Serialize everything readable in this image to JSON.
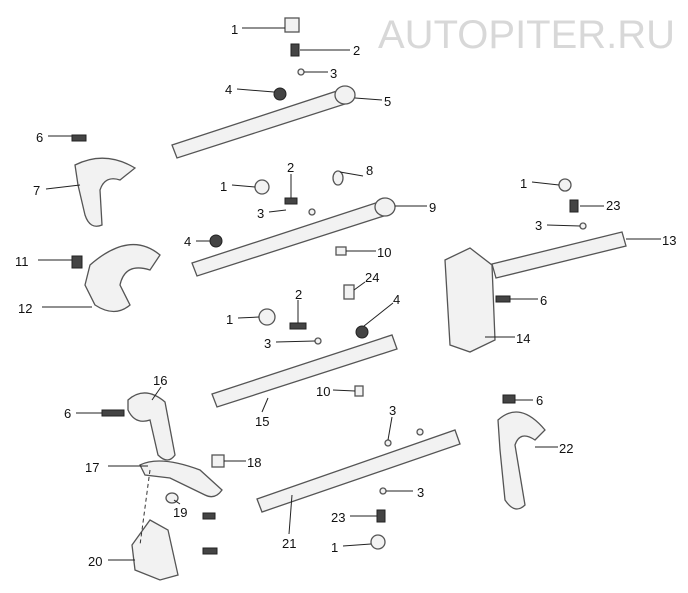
{
  "watermark": "AUTOPITER.RU",
  "callouts": [
    "1",
    "2",
    "3",
    "4",
    "5",
    "6",
    "7",
    "8",
    "2",
    "1",
    "9",
    "3",
    "1",
    "23",
    "3",
    "13",
    "4",
    "10",
    "11",
    "24",
    "2",
    "4",
    "6",
    "12",
    "1",
    "3",
    "14",
    "16",
    "10",
    "3",
    "6",
    "15",
    "6",
    "22",
    "17",
    "18",
    "3",
    "19",
    "23",
    "21",
    "1",
    "20"
  ]
}
